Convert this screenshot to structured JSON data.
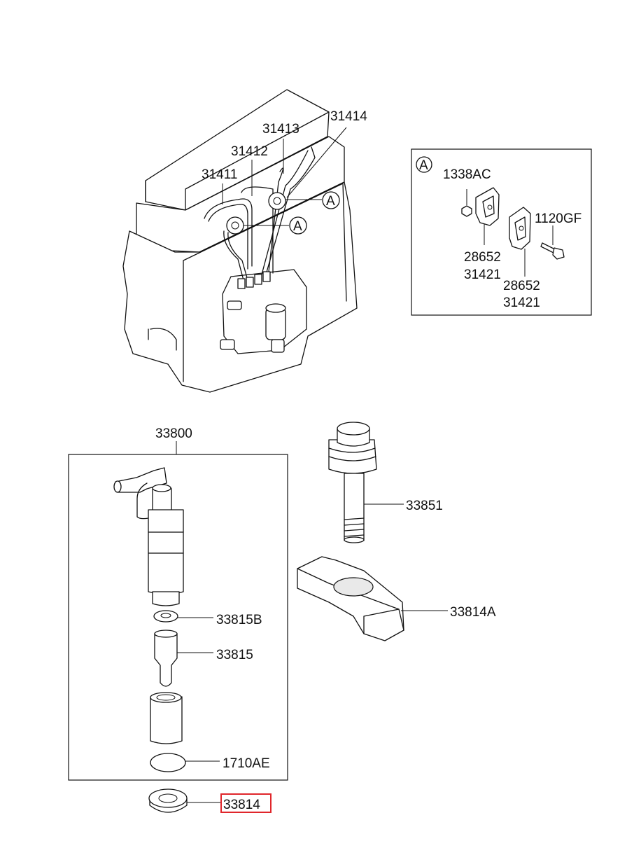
{
  "labels": {
    "l31411": "31411",
    "l31412": "31412",
    "l31413": "31413",
    "l31414": "31414",
    "callout_a1": "A",
    "callout_a2": "A",
    "detail_a": "A",
    "l1338AC": "1338AC",
    "l1120GF": "1120GF",
    "l28652_a": "28652",
    "l31421_a": "31421",
    "l28652_b": "28652",
    "l31421_b": "31421",
    "l33800": "33800",
    "l33851": "33851",
    "l33814A": "33814A",
    "l33815B": "33815B",
    "l33815": "33815",
    "l1710AE": "1710AE",
    "l33814": "33814"
  },
  "colors": {
    "line": "#111111",
    "highlight_box": "#e0262b",
    "background": "#ffffff"
  }
}
